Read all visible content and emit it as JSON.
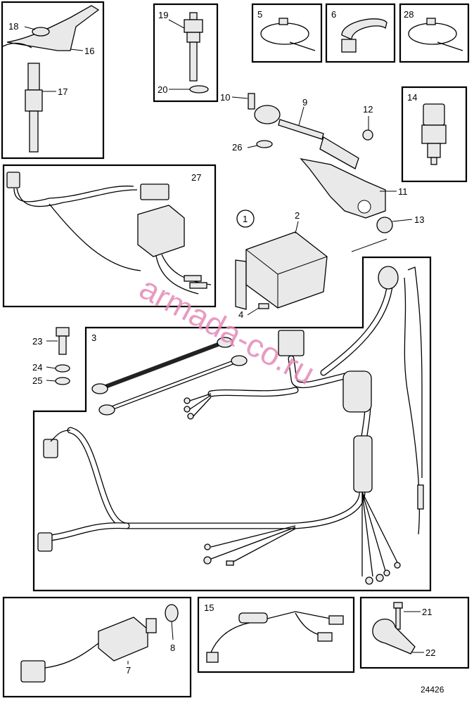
{
  "labels": {
    "n1": "1",
    "n2": "2",
    "n3": "3",
    "n4": "4",
    "n5": "5",
    "n6": "6",
    "n7": "7",
    "n8": "8",
    "n9": "9",
    "n10": "10",
    "n11": "11",
    "n12": "12",
    "n13": "13",
    "n14": "14",
    "n15": "15",
    "n16": "16",
    "n17": "17",
    "n18": "18",
    "n19": "19",
    "n20": "20",
    "n21": "21",
    "n22": "22",
    "n23": "23",
    "n24": "24",
    "n25": "25",
    "n26": "26",
    "n27": "27",
    "n28": "28"
  },
  "figure_number": "24426",
  "watermark": "armada-co.ru"
}
